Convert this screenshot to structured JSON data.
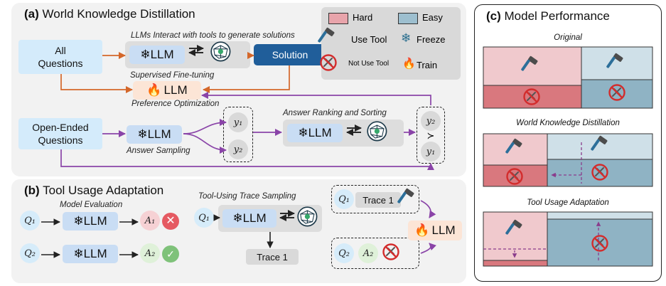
{
  "panel_a": {
    "title_prefix": "(a)",
    "title": "World Knowledge Distillation",
    "caption_tools": "LLMs Interact with tools to generate solutions",
    "all_questions": "All Questions",
    "llm": "LLM",
    "solution": "Solution",
    "sft": "Supervised Fine-tuning",
    "pref_opt": "Preference Optimization",
    "open_ended": "Open-Ended Questions",
    "answer_sampling": "Answer Sampling",
    "ranking": "Answer Ranking and Sorting",
    "y1": "y₁",
    "y2": "y₂",
    "succ": "≻"
  },
  "legend": {
    "hard": "Hard",
    "easy": "Easy",
    "use_tool": "Use Tool",
    "freeze": "Freeze",
    "not_use_tool": "Not Use Tool",
    "train": "Train",
    "colors": {
      "hard": "#e8a4ab",
      "easy": "#9dbfcf"
    }
  },
  "panel_b": {
    "title_prefix": "(b)",
    "title": "Tool Usage Adaptation",
    "model_eval": "Model Evaluation",
    "trace_sampling": "Tool-Using Trace Sampling",
    "q1": "Q₁",
    "q2": "Q₂",
    "a1": "A₁",
    "a2": "A₂",
    "llm": "LLM",
    "trace1": "Trace 1"
  },
  "panel_c": {
    "title_prefix": "(c)",
    "title": "Model Performance",
    "original": "Original",
    "wkd": "World Knowledge Distillation",
    "tua": "Tool Usage Adaptation"
  }
}
